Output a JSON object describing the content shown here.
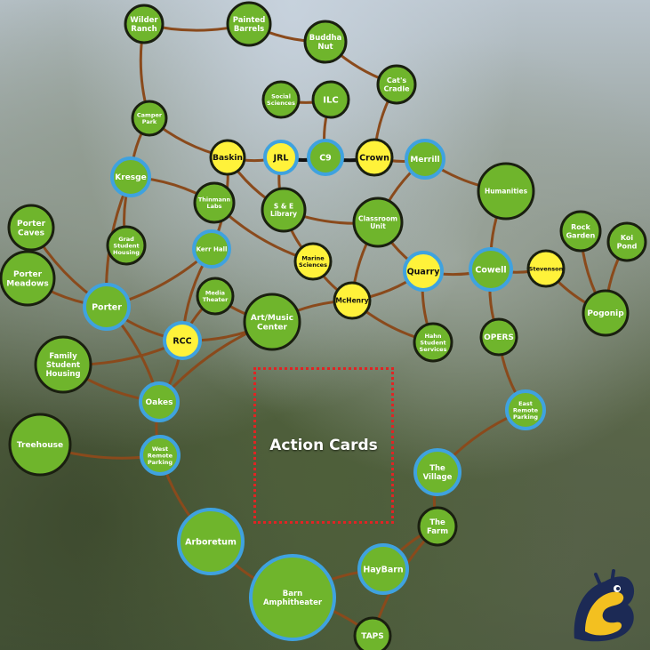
{
  "board": {
    "colors": {
      "green": "#6fb52c",
      "yellow": "#fff23a",
      "blue_ring": "#3fa2df",
      "dark_ring": "#1a1f10",
      "path": "#8a4a1c"
    },
    "action_cards_label": "Action Cards",
    "nodes": [
      {
        "id": "wilder-ranch",
        "lines": [
          "Wilder",
          "Ranch"
        ],
        "fill": "green",
        "ring": "dark"
      },
      {
        "id": "painted-barrels",
        "lines": [
          "Painted",
          "Barrels"
        ],
        "fill": "green",
        "ring": "dark"
      },
      {
        "id": "buddha-nut",
        "lines": [
          "Buddha",
          "Nut"
        ],
        "fill": "green",
        "ring": "dark"
      },
      {
        "id": "cats-cradle",
        "lines": [
          "Cat's",
          "Cradle"
        ],
        "fill": "green",
        "ring": "dark"
      },
      {
        "id": "social-sciences",
        "lines": [
          "Social",
          "Sciences"
        ],
        "fill": "green",
        "ring": "dark"
      },
      {
        "id": "ilc",
        "lines": [
          "ILC"
        ],
        "fill": "green",
        "ring": "dark"
      },
      {
        "id": "camper-park",
        "lines": [
          "Camper",
          "Park"
        ],
        "fill": "green",
        "ring": "dark"
      },
      {
        "id": "baskin",
        "lines": [
          "Baskin"
        ],
        "fill": "yellow",
        "ring": "dark"
      },
      {
        "id": "jrl",
        "lines": [
          "JRL"
        ],
        "fill": "yellow",
        "ring": "blue"
      },
      {
        "id": "c9",
        "lines": [
          "C9"
        ],
        "fill": "green",
        "ring": "blue"
      },
      {
        "id": "crown",
        "lines": [
          "Crown"
        ],
        "fill": "yellow",
        "ring": "dark"
      },
      {
        "id": "merrill",
        "lines": [
          "Merrill"
        ],
        "fill": "green",
        "ring": "blue"
      },
      {
        "id": "kresge",
        "lines": [
          "Kresge"
        ],
        "fill": "green",
        "ring": "blue"
      },
      {
        "id": "thinmann-labs",
        "lines": [
          "Thinmann",
          "Labs"
        ],
        "fill": "green",
        "ring": "dark"
      },
      {
        "id": "se-library",
        "lines": [
          "S & E",
          "Library"
        ],
        "fill": "green",
        "ring": "dark"
      },
      {
        "id": "humanities",
        "lines": [
          "Humanities"
        ],
        "fill": "green",
        "ring": "dark"
      },
      {
        "id": "classroom-unit",
        "lines": [
          "Classroom",
          "Unit"
        ],
        "fill": "green",
        "ring": "dark"
      },
      {
        "id": "porter-caves",
        "lines": [
          "Porter",
          "Caves"
        ],
        "fill": "green",
        "ring": "dark"
      },
      {
        "id": "grad-student-housing",
        "lines": [
          "Grad",
          "Student",
          "Housing"
        ],
        "fill": "green",
        "ring": "dark"
      },
      {
        "id": "kerr-hall",
        "lines": [
          "Kerr Hall"
        ],
        "fill": "green",
        "ring": "blue"
      },
      {
        "id": "marine-sciences",
        "lines": [
          "Marine",
          "Sciences"
        ],
        "fill": "yellow",
        "ring": "dark"
      },
      {
        "id": "rock-garden",
        "lines": [
          "Rock",
          "Garden"
        ],
        "fill": "green",
        "ring": "dark"
      },
      {
        "id": "koi-pond",
        "lines": [
          "Koi",
          "Pond"
        ],
        "fill": "green",
        "ring": "dark"
      },
      {
        "id": "porter-meadows",
        "lines": [
          "Porter",
          "Meadows"
        ],
        "fill": "green",
        "ring": "dark"
      },
      {
        "id": "quarry",
        "lines": [
          "Quarry"
        ],
        "fill": "yellow",
        "ring": "blue"
      },
      {
        "id": "cowell",
        "lines": [
          "Cowell"
        ],
        "fill": "green",
        "ring": "blue"
      },
      {
        "id": "stevenson",
        "lines": [
          "Stevenson"
        ],
        "fill": "yellow",
        "ring": "dark"
      },
      {
        "id": "media-theater",
        "lines": [
          "Media",
          "Theater"
        ],
        "fill": "green",
        "ring": "dark"
      },
      {
        "id": "porter",
        "lines": [
          "Porter"
        ],
        "fill": "green",
        "ring": "blue"
      },
      {
        "id": "mchenry",
        "lines": [
          "McHenry"
        ],
        "fill": "yellow",
        "ring": "dark"
      },
      {
        "id": "pogonip",
        "lines": [
          "Pogonip"
        ],
        "fill": "green",
        "ring": "dark"
      },
      {
        "id": "art-music-center",
        "lines": [
          "Art/Music",
          "Center"
        ],
        "fill": "green",
        "ring": "dark"
      },
      {
        "id": "rcc",
        "lines": [
          "RCC"
        ],
        "fill": "yellow",
        "ring": "blue"
      },
      {
        "id": "opers",
        "lines": [
          "OPERS"
        ],
        "fill": "green",
        "ring": "dark"
      },
      {
        "id": "hahn-student-services",
        "lines": [
          "Hahn",
          "Student",
          "Services"
        ],
        "fill": "green",
        "ring": "dark"
      },
      {
        "id": "family-student-housing",
        "lines": [
          "Family",
          "Student",
          "Housing"
        ],
        "fill": "green",
        "ring": "dark"
      },
      {
        "id": "oakes",
        "lines": [
          "Oakes"
        ],
        "fill": "green",
        "ring": "blue"
      },
      {
        "id": "east-remote-parking",
        "lines": [
          "East",
          "Remote",
          "Parking"
        ],
        "fill": "green",
        "ring": "blue"
      },
      {
        "id": "treehouse",
        "lines": [
          "Treehouse"
        ],
        "fill": "green",
        "ring": "dark"
      },
      {
        "id": "west-remote-parking",
        "lines": [
          "West",
          "Remote",
          "Parking"
        ],
        "fill": "green",
        "ring": "blue"
      },
      {
        "id": "the-village",
        "lines": [
          "The",
          "Village"
        ],
        "fill": "green",
        "ring": "blue"
      },
      {
        "id": "the-farm",
        "lines": [
          "The",
          "Farm"
        ],
        "fill": "green",
        "ring": "dark"
      },
      {
        "id": "arboretum",
        "lines": [
          "Arboretum"
        ],
        "fill": "green",
        "ring": "blue"
      },
      {
        "id": "haybarn",
        "lines": [
          "HayBarn"
        ],
        "fill": "green",
        "ring": "blue"
      },
      {
        "id": "barn-amphitheater",
        "lines": [
          "Barn",
          "Amphitheater"
        ],
        "fill": "green",
        "ring": "blue"
      },
      {
        "id": "taps",
        "lines": [
          "TAPS"
        ],
        "fill": "green",
        "ring": "dark"
      }
    ],
    "links": [
      [
        "wilder-ranch",
        "painted-barrels"
      ],
      [
        "painted-barrels",
        "buddha-nut"
      ],
      [
        "buddha-nut",
        "cats-cradle"
      ],
      [
        "cats-cradle",
        "crown"
      ],
      [
        "wilder-ranch",
        "camper-park"
      ],
      [
        "social-sciences",
        "ilc"
      ],
      [
        "ilc",
        "c9"
      ],
      [
        "camper-park",
        "baskin"
      ],
      [
        "camper-park",
        "kresge"
      ],
      [
        "baskin",
        "jrl"
      ],
      [
        "jrl",
        "c9"
      ],
      [
        "c9",
        "crown"
      ],
      [
        "crown",
        "merrill"
      ],
      [
        "merrill",
        "humanities"
      ],
      [
        "merrill",
        "classroom-unit"
      ],
      [
        "baskin",
        "se-library"
      ],
      [
        "jrl",
        "se-library"
      ],
      [
        "se-library",
        "classroom-unit"
      ],
      [
        "se-library",
        "marine-sciences"
      ],
      [
        "thinmann-labs",
        "marine-sciences"
      ],
      [
        "thinmann-labs",
        "kresge"
      ],
      [
        "kresge",
        "grad-student-housing"
      ],
      [
        "kresge",
        "porter"
      ],
      [
        "porter-caves",
        "porter"
      ],
      [
        "porter-meadows",
        "porter"
      ],
      [
        "porter",
        "kerr-hall"
      ],
      [
        "kerr-hall",
        "rcc"
      ],
      [
        "kerr-hall",
        "baskin"
      ],
      [
        "media-theater",
        "rcc"
      ],
      [
        "media-theater",
        "art-music-center"
      ],
      [
        "marine-sciences",
        "mchenry"
      ],
      [
        "classroom-unit",
        "mchenry"
      ],
      [
        "classroom-unit",
        "quarry"
      ],
      [
        "mchenry",
        "quarry"
      ],
      [
        "mchenry",
        "art-music-center"
      ],
      [
        "quarry",
        "cowell"
      ],
      [
        "quarry",
        "hahn-student-services"
      ],
      [
        "humanities",
        "cowell"
      ],
      [
        "cowell",
        "stevenson"
      ],
      [
        "stevenson",
        "pogonip"
      ],
      [
        "rock-garden",
        "pogonip"
      ],
      [
        "koi-pond",
        "pogonip"
      ],
      [
        "cowell",
        "opers"
      ],
      [
        "opers",
        "east-remote-parking"
      ],
      [
        "east-remote-parking",
        "the-village"
      ],
      [
        "the-village",
        "the-farm"
      ],
      [
        "the-farm",
        "haybarn"
      ],
      [
        "the-farm",
        "taps"
      ],
      [
        "haybarn",
        "barn-amphitheater"
      ],
      [
        "taps",
        "barn-amphitheater"
      ],
      [
        "arboretum",
        "barn-amphitheater"
      ],
      [
        "west-remote-parking",
        "arboretum"
      ],
      [
        "treehouse",
        "west-remote-parking"
      ],
      [
        "oakes",
        "west-remote-parking"
      ],
      [
        "oakes",
        "rcc"
      ],
      [
        "oakes",
        "porter"
      ],
      [
        "family-student-housing",
        "rcc"
      ],
      [
        "family-student-housing",
        "oakes"
      ],
      [
        "rcc",
        "art-music-center"
      ],
      [
        "art-music-center",
        "oakes"
      ],
      [
        "porter",
        "rcc"
      ],
      [
        "mchenry",
        "hahn-student-services"
      ]
    ],
    "emphasized_links": [
      [
        "jrl",
        "c9"
      ],
      [
        "c9",
        "crown"
      ]
    ]
  }
}
